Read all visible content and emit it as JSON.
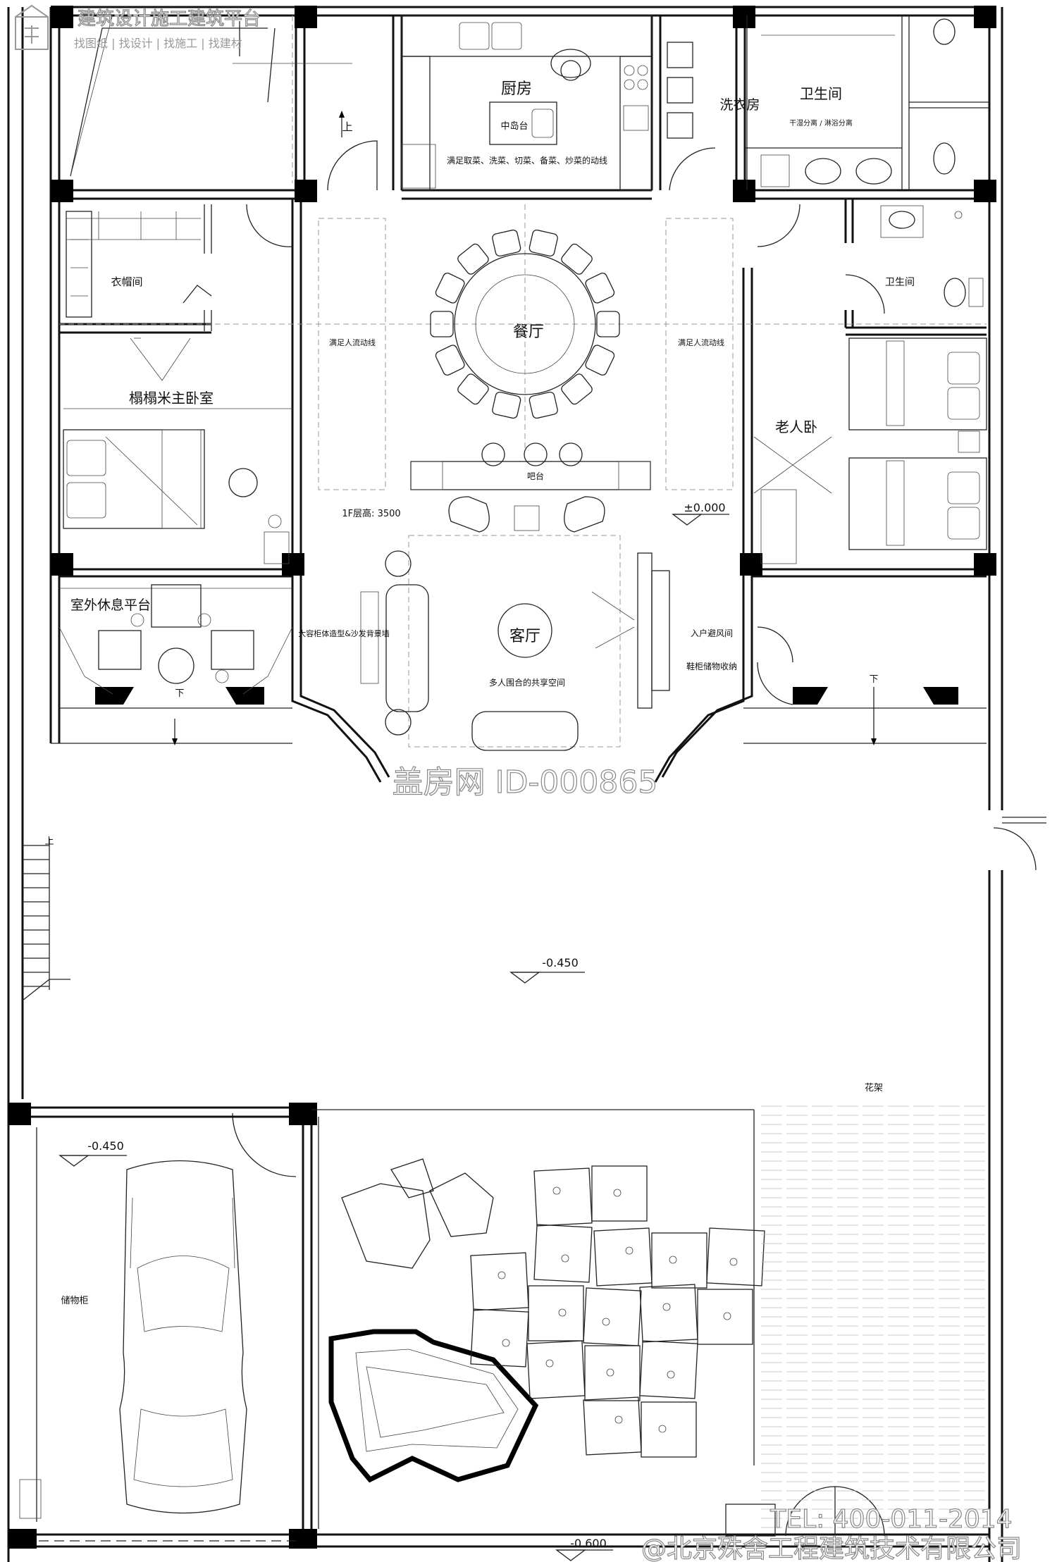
{
  "header": {
    "brand_main": "建筑设计施工建筑平台",
    "brand_sub": "找图纸 | 找设计 | 找施工 | 找建材"
  },
  "rooms": {
    "kitchen": "厨房",
    "island": "中岛台",
    "kitchen_note": "满足取菜、洗菜、切菜、备菜、炒菜的动线",
    "laundry": "洗衣房",
    "bathroom_top": "卫生间",
    "bath_note_1": "干湿分离 / 淋浴分离",
    "wardrobe": "衣帽间",
    "master_bedroom": "榻榻米主卧室",
    "dining": "餐厅",
    "bar": "吧台",
    "flow_left": "满足人流动线",
    "flow_right": "满足人流动线",
    "elder_bedroom": "老人卧",
    "bathroom_right": "卫生间",
    "outdoor_rest": "室外休息平台",
    "living": "客厅",
    "living_note": "多人围合的共享空间",
    "tv_wall_note": "大容柜体造型&沙发背景墙",
    "entry_note_1": "入户避风间",
    "entry_note_2": "鞋柜储物收纳",
    "storage": "储物柜",
    "pergola": "花架"
  },
  "annotations": {
    "floor_height": "1F层高: 3500",
    "level_0": "±0.000",
    "level_m450_yard": "-0.450",
    "level_m450_garage": "-0.450",
    "level_m600": "-0.600",
    "up_1": "上",
    "up_2": "上",
    "down_1": "下",
    "down_2": "下"
  },
  "watermark": {
    "center": "盖房网 ID-000865",
    "tel": "TEL: 400-011-2014",
    "company": "@北京殊舍工程建筑技术有限公司"
  },
  "colors": {
    "line": "#111111",
    "column": "#000000",
    "background": "#ffffff",
    "watermark_stroke": "#888888"
  }
}
